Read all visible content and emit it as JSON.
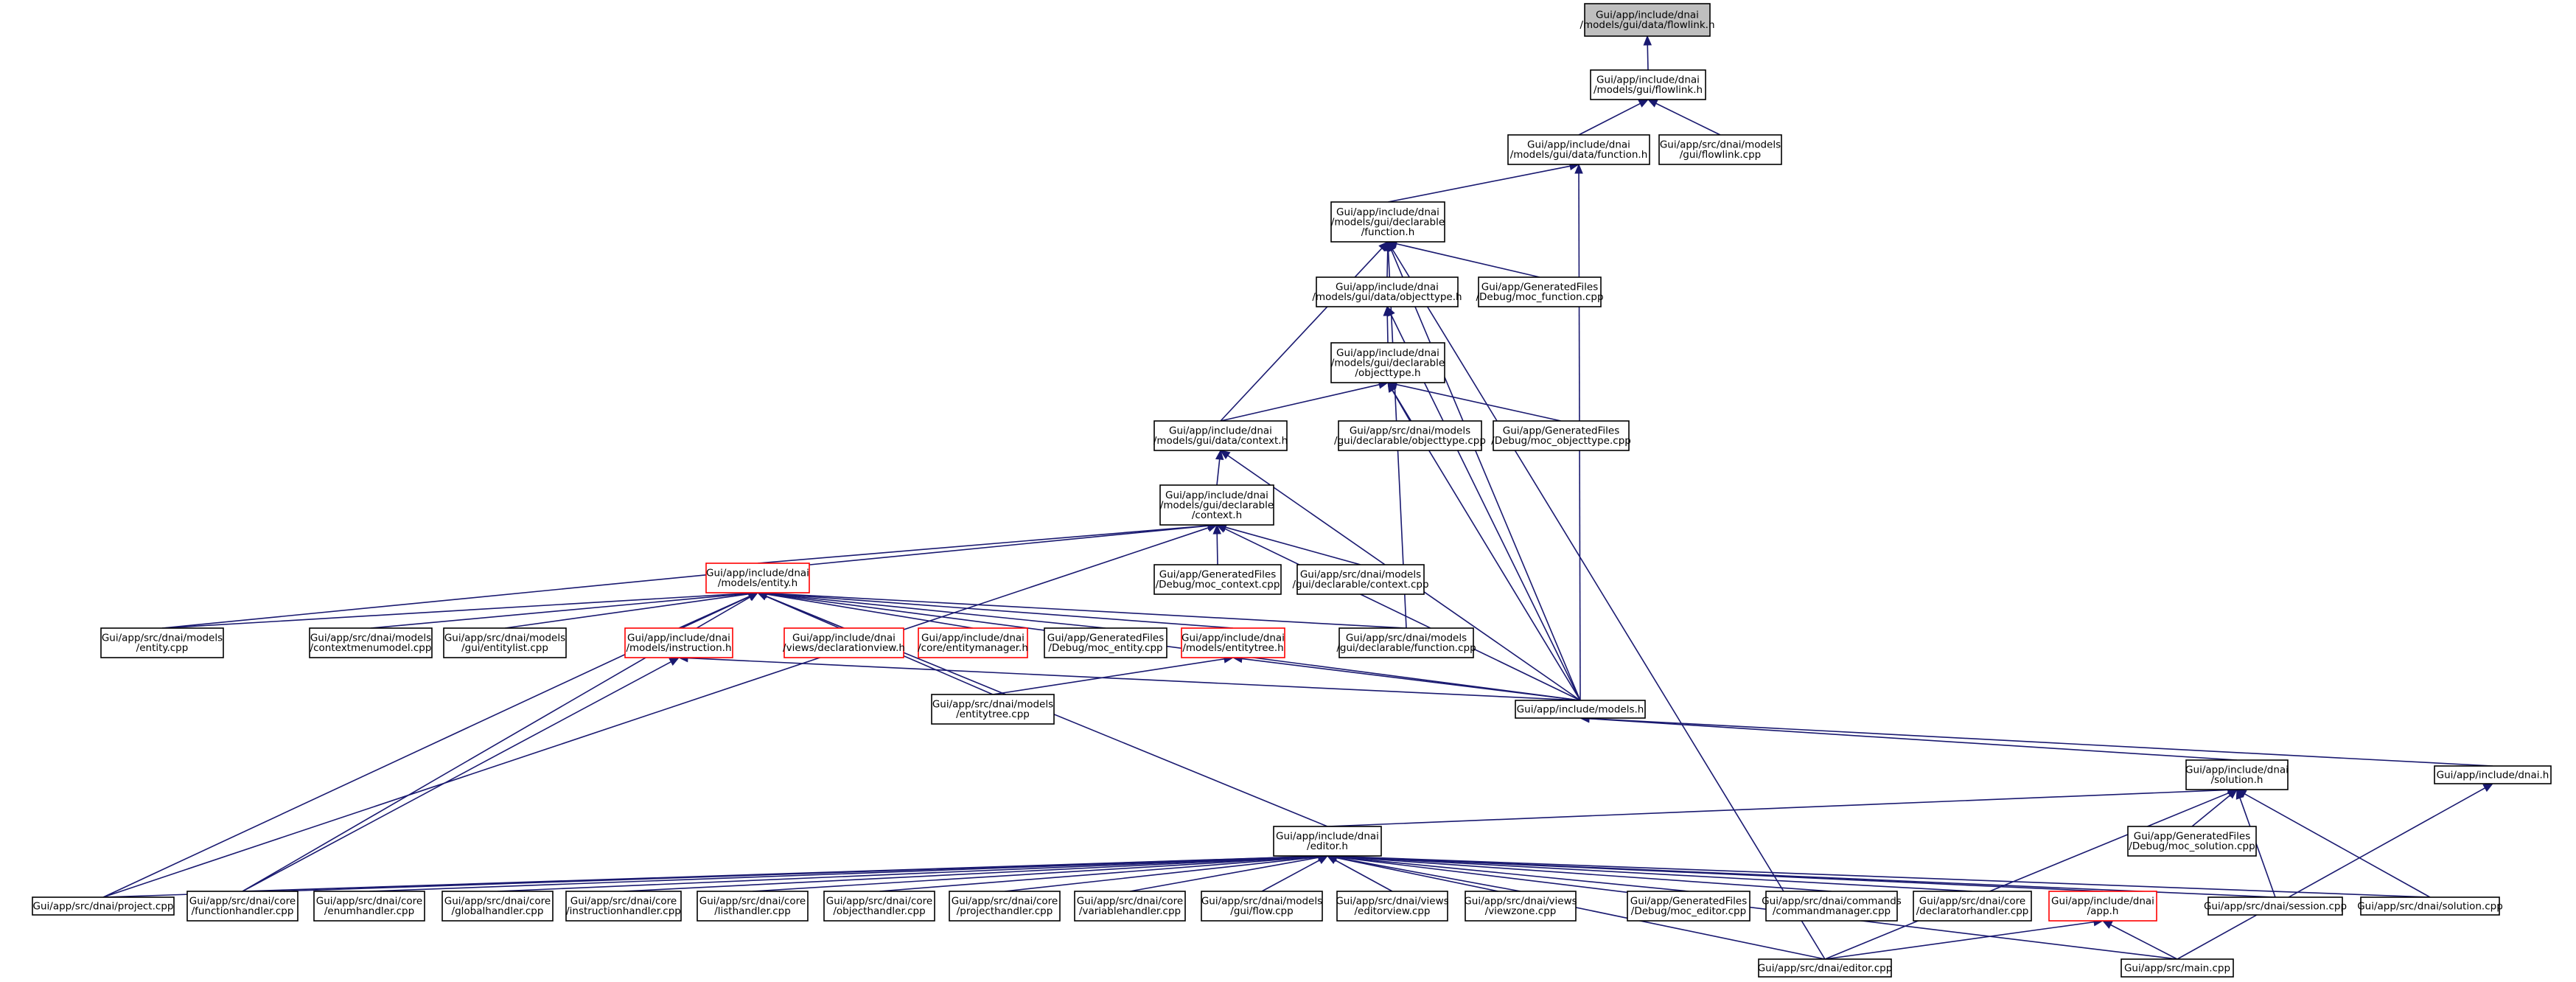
{
  "colors": {
    "edge": "#191970",
    "node_border": "#000000",
    "node_border_truncated": "#ff0000",
    "root_fill": "#bfbfbf",
    "node_fill": "#ffffff"
  },
  "nodes": [
    {
      "id": "root",
      "lines": [
        "Gui/app/include/dnai",
        "/models/gui/data/flowlink.h"
      ],
      "style": "root"
    },
    {
      "id": "flowlink_h",
      "lines": [
        "Gui/app/include/dnai",
        "/models/gui/flowlink.h"
      ],
      "style": "normal"
    },
    {
      "id": "data_function_h",
      "lines": [
        "Gui/app/include/dnai",
        "/models/gui/data/function.h"
      ],
      "style": "normal"
    },
    {
      "id": "flowlink_cpp",
      "lines": [
        "Gui/app/src/dnai/models",
        "/gui/flowlink.cpp"
      ],
      "style": "normal"
    },
    {
      "id": "decl_function_h",
      "lines": [
        "Gui/app/include/dnai",
        "/models/gui/declarable",
        "/function.h"
      ],
      "style": "normal"
    },
    {
      "id": "data_objecttype_h",
      "lines": [
        "Gui/app/include/dnai",
        "/models/gui/data/objecttype.h"
      ],
      "style": "normal"
    },
    {
      "id": "moc_function_cpp",
      "lines": [
        "Gui/app/GeneratedFiles",
        "/Debug/moc_function.cpp"
      ],
      "style": "normal"
    },
    {
      "id": "decl_objecttype_h",
      "lines": [
        "Gui/app/include/dnai",
        "/models/gui/declarable",
        "/objecttype.h"
      ],
      "style": "normal"
    },
    {
      "id": "data_context_h",
      "lines": [
        "Gui/app/include/dnai",
        "/models/gui/data/context.h"
      ],
      "style": "normal"
    },
    {
      "id": "decl_objecttype_cpp",
      "lines": [
        "Gui/app/src/dnai/models",
        "/gui/declarable/objecttype.cpp"
      ],
      "style": "normal"
    },
    {
      "id": "moc_objecttype_cpp",
      "lines": [
        "Gui/app/GeneratedFiles",
        "/Debug/moc_objecttype.cpp"
      ],
      "style": "normal"
    },
    {
      "id": "decl_context_h",
      "lines": [
        "Gui/app/include/dnai",
        "/models/gui/declarable",
        "/context.h"
      ],
      "style": "normal"
    },
    {
      "id": "moc_context_cpp",
      "lines": [
        "Gui/app/GeneratedFiles",
        "/Debug/moc_context.cpp"
      ],
      "style": "normal"
    },
    {
      "id": "decl_context_cpp",
      "lines": [
        "Gui/app/src/dnai/models",
        "/gui/declarable/context.cpp"
      ],
      "style": "normal"
    },
    {
      "id": "entity_h",
      "lines": [
        "Gui/app/include/dnai",
        "/models/entity.h"
      ],
      "style": "truncated"
    },
    {
      "id": "entity_cpp",
      "lines": [
        "Gui/app/src/dnai/models",
        "/entity.cpp"
      ],
      "style": "normal"
    },
    {
      "id": "contextmenumodel_cpp",
      "lines": [
        "Gui/app/src/dnai/models",
        "/contextmenumodel.cpp"
      ],
      "style": "normal"
    },
    {
      "id": "entitylist_cpp",
      "lines": [
        "Gui/app/src/dnai/models",
        "/gui/entitylist.cpp"
      ],
      "style": "normal"
    },
    {
      "id": "instruction_h",
      "lines": [
        "Gui/app/include/dnai",
        "/models/instruction.h"
      ],
      "style": "truncated"
    },
    {
      "id": "declarationview_h",
      "lines": [
        "Gui/app/include/dnai",
        "/views/declarationview.h"
      ],
      "style": "truncated"
    },
    {
      "id": "entitymanager_h",
      "lines": [
        "Gui/app/include/dnai",
        "/core/entitymanager.h"
      ],
      "style": "truncated"
    },
    {
      "id": "moc_entity_cpp",
      "lines": [
        "Gui/app/GeneratedFiles",
        "/Debug/moc_entity.cpp"
      ],
      "style": "normal"
    },
    {
      "id": "entitytree_h",
      "lines": [
        "Gui/app/include/dnai",
        "/models/entitytree.h"
      ],
      "style": "truncated"
    },
    {
      "id": "decl_function_cpp",
      "lines": [
        "Gui/app/src/dnai/models",
        "/gui/declarable/function.cpp"
      ],
      "style": "normal"
    },
    {
      "id": "entitytree_cpp",
      "lines": [
        "Gui/app/src/dnai/models",
        "/entitytree.cpp"
      ],
      "style": "normal"
    },
    {
      "id": "models_h",
      "lines": [
        "Gui/app/include/models.h"
      ],
      "style": "normal"
    },
    {
      "id": "solution_h",
      "lines": [
        "Gui/app/include/dnai",
        "/solution.h"
      ],
      "style": "normal"
    },
    {
      "id": "dnai_h",
      "lines": [
        "Gui/app/include/dnai.h"
      ],
      "style": "normal"
    },
    {
      "id": "moc_solution_cpp",
      "lines": [
        "Gui/app/GeneratedFiles",
        "/Debug/moc_solution.cpp"
      ],
      "style": "normal"
    },
    {
      "id": "editor_h",
      "lines": [
        "Gui/app/include/dnai",
        "/editor.h"
      ],
      "style": "normal"
    },
    {
      "id": "project_cpp",
      "lines": [
        "Gui/app/src/dnai/project.cpp"
      ],
      "style": "normal"
    },
    {
      "id": "functionhandler_cpp",
      "lines": [
        "Gui/app/src/dnai/core",
        "/functionhandler.cpp"
      ],
      "style": "normal"
    },
    {
      "id": "enumhandler_cpp",
      "lines": [
        "Gui/app/src/dnai/core",
        "/enumhandler.cpp"
      ],
      "style": "normal"
    },
    {
      "id": "globalhandler_cpp",
      "lines": [
        "Gui/app/src/dnai/core",
        "/globalhandler.cpp"
      ],
      "style": "normal"
    },
    {
      "id": "instructionhandler_cpp",
      "lines": [
        "Gui/app/src/dnai/core",
        "/instructionhandler.cpp"
      ],
      "style": "normal"
    },
    {
      "id": "listhandler_cpp",
      "lines": [
        "Gui/app/src/dnai/core",
        "/listhandler.cpp"
      ],
      "style": "normal"
    },
    {
      "id": "objecthandler_cpp",
      "lines": [
        "Gui/app/src/dnai/core",
        "/objecthandler.cpp"
      ],
      "style": "normal"
    },
    {
      "id": "projecthandler_cpp",
      "lines": [
        "Gui/app/src/dnai/core",
        "/projecthandler.cpp"
      ],
      "style": "normal"
    },
    {
      "id": "variablehandler_cpp",
      "lines": [
        "Gui/app/src/dnai/core",
        "/variablehandler.cpp"
      ],
      "style": "normal"
    },
    {
      "id": "gui_flow_cpp",
      "lines": [
        "Gui/app/src/dnai/models",
        "/gui/flow.cpp"
      ],
      "style": "normal"
    },
    {
      "id": "editorview_cpp",
      "lines": [
        "Gui/app/src/dnai/views",
        "/editorview.cpp"
      ],
      "style": "normal"
    },
    {
      "id": "viewzone_cpp",
      "lines": [
        "Gui/app/src/dnai/views",
        "/viewzone.cpp"
      ],
      "style": "normal"
    },
    {
      "id": "moc_editor_cpp",
      "lines": [
        "Gui/app/GeneratedFiles",
        "/Debug/moc_editor.cpp"
      ],
      "style": "normal"
    },
    {
      "id": "commandmanager_cpp",
      "lines": [
        "Gui/app/src/dnai/commands",
        "/commandmanager.cpp"
      ],
      "style": "normal"
    },
    {
      "id": "declaratorhandler_cpp",
      "lines": [
        "Gui/app/src/dnai/core",
        "/declaratorhandler.cpp"
      ],
      "style": "normal"
    },
    {
      "id": "app_h",
      "lines": [
        "Gui/app/include/dnai",
        "/app.h"
      ],
      "style": "truncated"
    },
    {
      "id": "session_cpp",
      "lines": [
        "Gui/app/src/dnai/session.cpp"
      ],
      "style": "normal"
    },
    {
      "id": "solution_cpp",
      "lines": [
        "Gui/app/src/dnai/solution.cpp"
      ],
      "style": "normal"
    },
    {
      "id": "editor_cpp",
      "lines": [
        "Gui/app/src/dnai/editor.cpp"
      ],
      "style": "normal"
    },
    {
      "id": "main_cpp",
      "lines": [
        "Gui/app/src/main.cpp"
      ],
      "style": "normal"
    }
  ],
  "edges": [
    {
      "from": "flowlink_h",
      "to": "root"
    },
    {
      "from": "data_function_h",
      "to": "flowlink_h"
    },
    {
      "from": "flowlink_cpp",
      "to": "flowlink_h"
    },
    {
      "from": "decl_function_h",
      "to": "data_function_h"
    },
    {
      "from": "models_h",
      "to": "data_function_h"
    },
    {
      "from": "data_objecttype_h",
      "to": "decl_function_h"
    },
    {
      "from": "moc_function_cpp",
      "to": "decl_function_h"
    },
    {
      "from": "data_context_h",
      "to": "decl_function_h"
    },
    {
      "from": "decl_function_cpp",
      "to": "decl_function_h"
    },
    {
      "from": "models_h",
      "to": "decl_function_h"
    },
    {
      "from": "editor_cpp",
      "to": "decl_function_h"
    },
    {
      "from": "decl_objecttype_h",
      "to": "data_objecttype_h"
    },
    {
      "from": "models_h",
      "to": "data_objecttype_h"
    },
    {
      "from": "data_context_h",
      "to": "decl_objecttype_h"
    },
    {
      "from": "decl_objecttype_cpp",
      "to": "decl_objecttype_h"
    },
    {
      "from": "moc_objecttype_cpp",
      "to": "decl_objecttype_h"
    },
    {
      "from": "models_h",
      "to": "decl_objecttype_h"
    },
    {
      "from": "decl_context_h",
      "to": "data_context_h"
    },
    {
      "from": "models_h",
      "to": "data_context_h"
    },
    {
      "from": "moc_context_cpp",
      "to": "decl_context_h"
    },
    {
      "from": "decl_context_cpp",
      "to": "decl_context_h"
    },
    {
      "from": "entity_h",
      "to": "decl_context_h"
    },
    {
      "from": "entity_cpp",
      "to": "decl_context_h"
    },
    {
      "from": "project_cpp",
      "to": "decl_context_h"
    },
    {
      "from": "models_h",
      "to": "decl_context_h"
    },
    {
      "from": "entity_cpp",
      "to": "entity_h"
    },
    {
      "from": "contextmenumodel_cpp",
      "to": "entity_h"
    },
    {
      "from": "entitylist_cpp",
      "to": "entity_h"
    },
    {
      "from": "instruction_h",
      "to": "entity_h"
    },
    {
      "from": "declarationview_h",
      "to": "entity_h"
    },
    {
      "from": "entitymanager_h",
      "to": "entity_h"
    },
    {
      "from": "moc_entity_cpp",
      "to": "entity_h"
    },
    {
      "from": "entitytree_h",
      "to": "entity_h"
    },
    {
      "from": "decl_function_cpp",
      "to": "entity_h"
    },
    {
      "from": "entitytree_cpp",
      "to": "entity_h"
    },
    {
      "from": "models_h",
      "to": "entity_h"
    },
    {
      "from": "project_cpp",
      "to": "entity_h"
    },
    {
      "from": "functionhandler_cpp",
      "to": "entity_h"
    },
    {
      "from": "editor_h",
      "to": "entity_h"
    },
    {
      "from": "models_h",
      "to": "instruction_h"
    },
    {
      "from": "functionhandler_cpp",
      "to": "instruction_h"
    },
    {
      "from": "entitytree_cpp",
      "to": "entitytree_h"
    },
    {
      "from": "models_h",
      "to": "entitytree_h"
    },
    {
      "from": "solution_h",
      "to": "models_h"
    },
    {
      "from": "dnai_h",
      "to": "models_h"
    },
    {
      "from": "moc_solution_cpp",
      "to": "solution_h"
    },
    {
      "from": "session_cpp",
      "to": "solution_h"
    },
    {
      "from": "solution_cpp",
      "to": "solution_h"
    },
    {
      "from": "editor_cpp",
      "to": "solution_h"
    },
    {
      "from": "editor_h",
      "to": "solution_h"
    },
    {
      "from": "main_cpp",
      "to": "dnai_h"
    },
    {
      "from": "project_cpp",
      "to": "editor_h"
    },
    {
      "from": "functionhandler_cpp",
      "to": "editor_h"
    },
    {
      "from": "enumhandler_cpp",
      "to": "editor_h"
    },
    {
      "from": "globalhandler_cpp",
      "to": "editor_h"
    },
    {
      "from": "instructionhandler_cpp",
      "to": "editor_h"
    },
    {
      "from": "listhandler_cpp",
      "to": "editor_h"
    },
    {
      "from": "objecthandler_cpp",
      "to": "editor_h"
    },
    {
      "from": "projecthandler_cpp",
      "to": "editor_h"
    },
    {
      "from": "variablehandler_cpp",
      "to": "editor_h"
    },
    {
      "from": "gui_flow_cpp",
      "to": "editor_h"
    },
    {
      "from": "editorview_cpp",
      "to": "editor_h"
    },
    {
      "from": "viewzone_cpp",
      "to": "editor_h"
    },
    {
      "from": "moc_editor_cpp",
      "to": "editor_h"
    },
    {
      "from": "commandmanager_cpp",
      "to": "editor_h"
    },
    {
      "from": "declaratorhandler_cpp",
      "to": "editor_h"
    },
    {
      "from": "app_h",
      "to": "editor_h"
    },
    {
      "from": "session_cpp",
      "to": "editor_h"
    },
    {
      "from": "solution_cpp",
      "to": "editor_h"
    },
    {
      "from": "editor_cpp",
      "to": "editor_h"
    },
    {
      "from": "main_cpp",
      "to": "editor_h"
    },
    {
      "from": "editor_cpp",
      "to": "app_h"
    },
    {
      "from": "main_cpp",
      "to": "app_h"
    }
  ]
}
